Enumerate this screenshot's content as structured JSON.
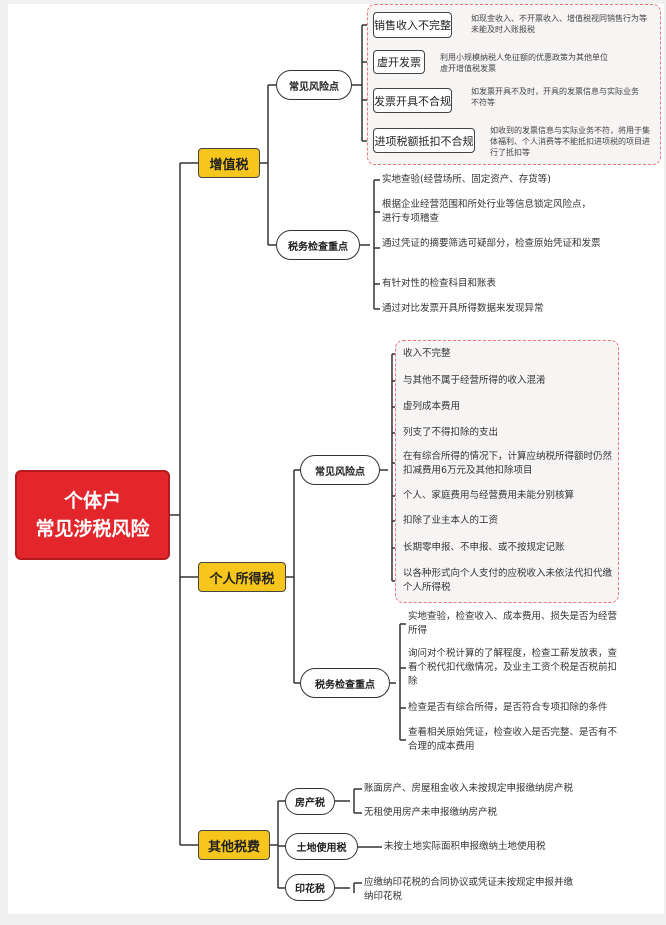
{
  "root": {
    "line1": "个体户",
    "line2": "常见涉税风险"
  },
  "vat": {
    "label": "增值税",
    "risk": {
      "label": "常见风险点",
      "items": [
        {
          "title": "销售收入不完整",
          "desc": "如现金收入、不开票收入、增值税视同销售行为等未能及时入账报税"
        },
        {
          "title": "虚开发票",
          "desc": "利用小规模纳税人免征额的优惠政策为其他单位虚开增值税发票"
        },
        {
          "title": "发票开具不合规",
          "desc": "如发票开具不及时，开具的发票信息与实际业务不符等"
        },
        {
          "title": "进项税额抵扣不合规",
          "desc": "如收到的发票信息与实际业务不符，将用于集体福利、个人消费等不能抵扣进项税的项目进行了抵扣等"
        }
      ]
    },
    "check": {
      "label": "税务检查重点",
      "items": [
        "实地查验(经营场所、固定资产、存货等)",
        "根据企业经营范围和所处行业等信息锁定风险点，进行专项稽查",
        "通过凭证的摘要筛选可疑部分，检查原始凭证和发票",
        "有针对性的检查科目和账表",
        "通过对比发票开具所得数据来发现异常"
      ]
    }
  },
  "pit": {
    "label": "个人所得税",
    "risk": {
      "label": "常见风险点",
      "items": [
        "收入不完整",
        "与其他不属于经营所得的收入混淆",
        "虚列成本费用",
        "列支了不得扣除的支出",
        "在有综合所得的情况下，计算应纳税所得额时仍然扣减费用6万元及其他扣除项目",
        "个人、家庭费用与经营费用未能分别核算",
        "扣除了业主本人的工资",
        "长期零申报、不申报、或不按规定记账",
        "以各种形式向个人支付的应税收入未依法代扣代缴个人所得税"
      ]
    },
    "check": {
      "label": "税务检查重点",
      "items": [
        "实地查验，检查收入、成本费用、损失是否为经营所得",
        "询问对个税计算的了解程度，检查工薪发放表，查看个税代扣代缴情况，及业主工资个税是否税前扣除",
        "检查是否有综合所得，是否符合专项扣除的条件",
        "查看相关原始凭证，检查收入是否完整、是否有不合理的成本费用"
      ]
    }
  },
  "other": {
    "label": "其他税费",
    "house": {
      "label": "房产税",
      "items": [
        "账面房产、房屋租金收入未按规定申报缴纳房产税",
        "无租使用房产未申报缴纳房产税"
      ]
    },
    "land": {
      "label": "土地使用税",
      "items": [
        "未按土地实际面积申报缴纳土地使用税"
      ]
    },
    "stamp": {
      "label": "印花税",
      "items": [
        "应缴纳印花税的合同协议或凭证未按规定申报并缴纳印花税"
      ]
    }
  },
  "colors": {
    "root": "#e3262c",
    "level1": "#f6c61c",
    "dashed": "#ee7777"
  }
}
